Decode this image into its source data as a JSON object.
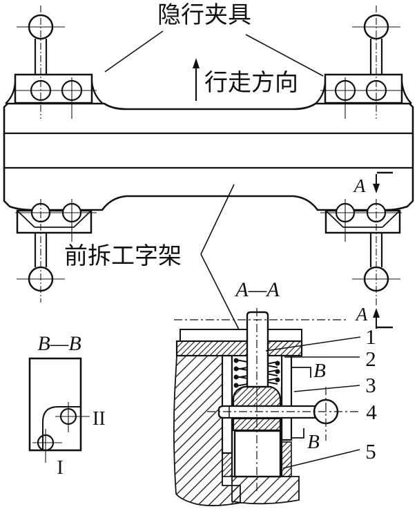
{
  "labels": {
    "top": "隐行夹具",
    "direction": "行走方向",
    "frame": "前拆工字架",
    "section_aa": "A—A",
    "section_bb": "B—B"
  },
  "markers": {
    "a": "A",
    "b": "B"
  },
  "part_numbers": [
    "1",
    "2",
    "3",
    "4",
    "5"
  ],
  "detail_markers": {
    "one": "I",
    "two": "II"
  },
  "colors": {
    "line": "#111111",
    "background": "#ffffff"
  }
}
